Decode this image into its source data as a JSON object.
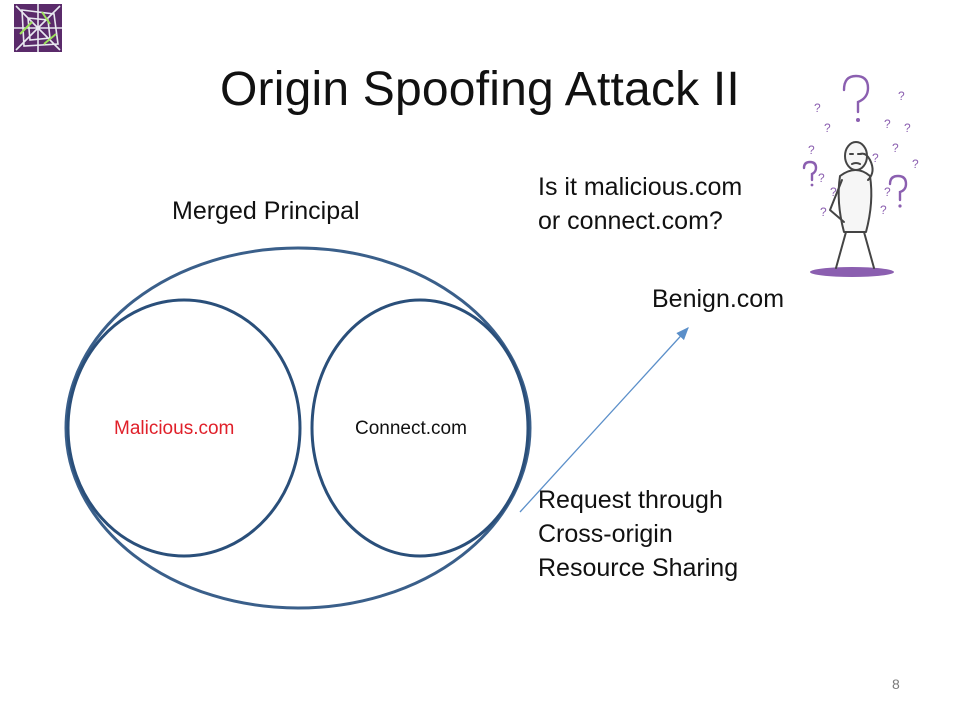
{
  "slide": {
    "title": "Origin Spoofing Attack II",
    "page_number": "8"
  },
  "diagram": {
    "merged_label": "Merged Principal",
    "malicious_label": "Malicious.com",
    "connect_label": "Connect.com",
    "question_text": "Is it malicious.com\nor connect.com?",
    "benign_label": "Benign.com",
    "request_text": "Request through\nCross-origin\nResource Sharing"
  },
  "colors": {
    "circle_stroke": "#3a5f8a",
    "malicious_text": "#e0202a",
    "arrow": "#5b8fc9",
    "question_marks": "#8b5fb0"
  },
  "icons": {
    "logo": "web-logo-icon",
    "figure": "confused-person-icon"
  }
}
